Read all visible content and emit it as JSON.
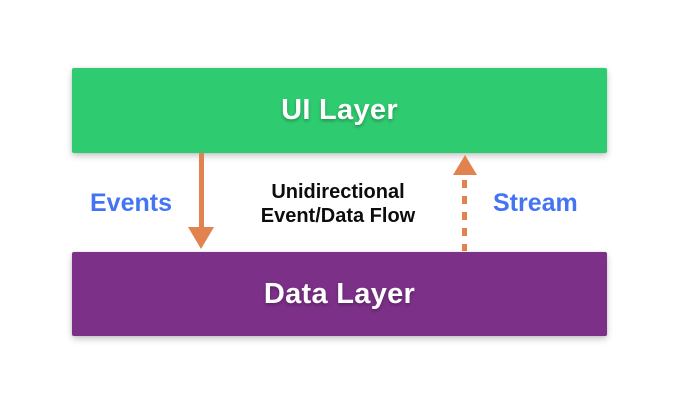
{
  "colors": {
    "ui_layer": "#2fcb70",
    "data_layer": "#7c3088",
    "arrow": "#e2824f",
    "label_blue": "#4374f3",
    "text_dark": "#0d0d0d",
    "background": "#ffffff"
  },
  "diagram": {
    "ui_layer": {
      "label": "UI Layer"
    },
    "data_layer": {
      "label": "Data Layer"
    },
    "events_label": "Events",
    "stream_label": "Stream",
    "flow_caption_line1": "Unidirectional",
    "flow_caption_line2": "Event/Data Flow",
    "arrows": [
      {
        "name": "events",
        "direction": "down",
        "style": "solid"
      },
      {
        "name": "stream",
        "direction": "up",
        "style": "dashed"
      }
    ]
  }
}
